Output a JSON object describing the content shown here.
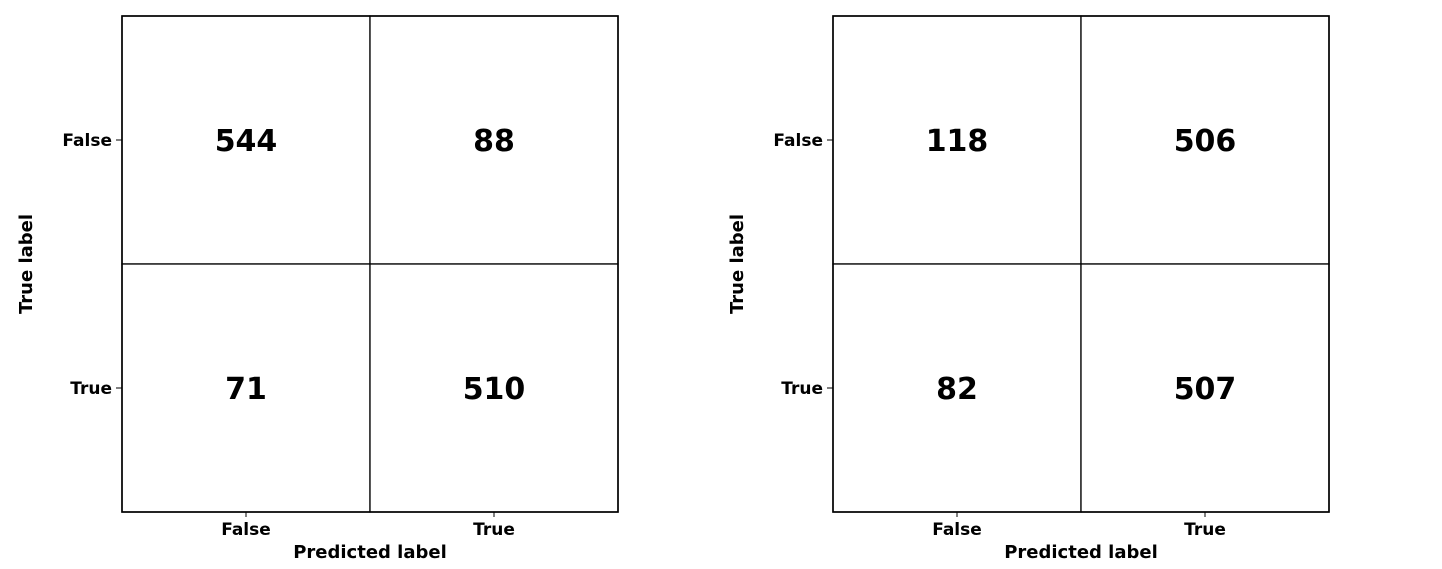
{
  "chart_data": [
    {
      "type": "heatmap",
      "x_categories": [
        "False",
        "True"
      ],
      "y_categories": [
        "False",
        "True"
      ],
      "matrix": [
        [
          544,
          88
        ],
        [
          71,
          510
        ]
      ],
      "xlabel": "Predicted label",
      "ylabel": "True label",
      "cell_color": "#ffffff",
      "grid_color": "#000000"
    },
    {
      "type": "heatmap",
      "x_categories": [
        "False",
        "True"
      ],
      "y_categories": [
        "False",
        "True"
      ],
      "matrix": [
        [
          118,
          506
        ],
        [
          82,
          507
        ]
      ],
      "xlabel": "Predicted label",
      "ylabel": "True label",
      "cell_color": "#ffffff",
      "grid_color": "#000000"
    }
  ]
}
